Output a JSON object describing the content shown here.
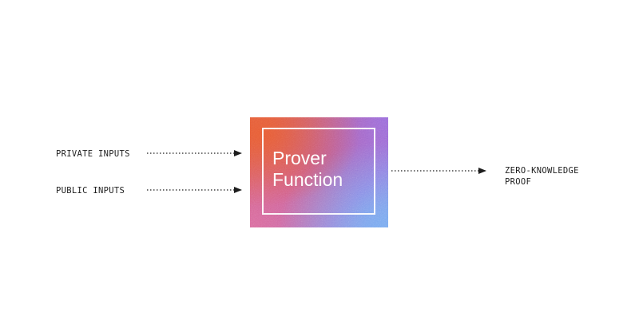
{
  "inputs": {
    "private_label": "PRIVATE INPUTS",
    "public_label": "PUBLIC INPUTS"
  },
  "prover": {
    "title_line1": "Prover",
    "title_line2": "Function"
  },
  "output": {
    "label_line1": "ZERO-KNOWLEDGE",
    "label_line2": "PROOF"
  },
  "colors": {
    "text": "#1e1e1e",
    "gradient_orange": "#e0644a",
    "gradient_purple": "#9f72d8",
    "gradient_blue": "#7ea6ea",
    "frame": "#ffffff"
  },
  "icons": {
    "arrow": "dotted-arrow-right-icon"
  }
}
